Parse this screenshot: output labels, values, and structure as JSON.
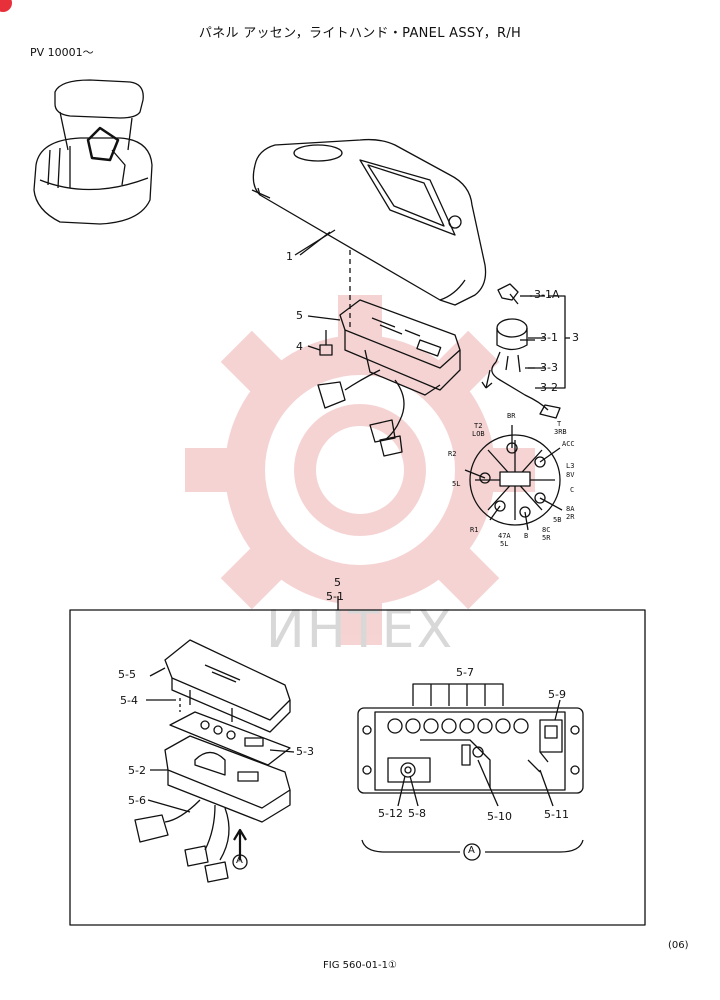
{
  "header": {
    "title": "パネル アッセン，ライトハンド・PANEL ASSY，R/H",
    "serial_range": "PV 10001～"
  },
  "watermark": {
    "text": "ИНТЕХ",
    "color": "#f2c6c6"
  },
  "callouts_upper": {
    "cover": "1",
    "key": "3-1A",
    "switch": "3-1",
    "assy": "3",
    "lead": "3-3",
    "wire": "3-2",
    "panel": "5",
    "bolt": "4"
  },
  "wiring_labels": {
    "br": "BR",
    "t2": "T2",
    "lob": "LOB",
    "t": "T",
    "trb": "3RB",
    "acc": "ACC",
    "l3": "L3",
    "bv": "8V",
    "r2": "R2",
    "sl": "5L",
    "c": "C",
    "ba": "8A",
    "r2b": "2R",
    "sb": "5B",
    "r1": "R1",
    "a47": "47A",
    "sl2": "5L",
    "b": "B",
    "bc": "8C",
    "sr": "5R"
  },
  "callouts_detail": {
    "group": "5",
    "group_sub": "5-1",
    "cover": "5-5",
    "screw": "5-4",
    "board": "5-3",
    "case": "5-2",
    "harness": "5-6",
    "leds": "5-7",
    "buzzer": "5-9",
    "conn": "5-12",
    "socket": "5-8",
    "pcb": "5-10",
    "relay": "5-11",
    "view_arrow": "A",
    "view_label": "A"
  },
  "footer": {
    "page_code": "(06)",
    "figure": "FIG 560-01-1①"
  }
}
